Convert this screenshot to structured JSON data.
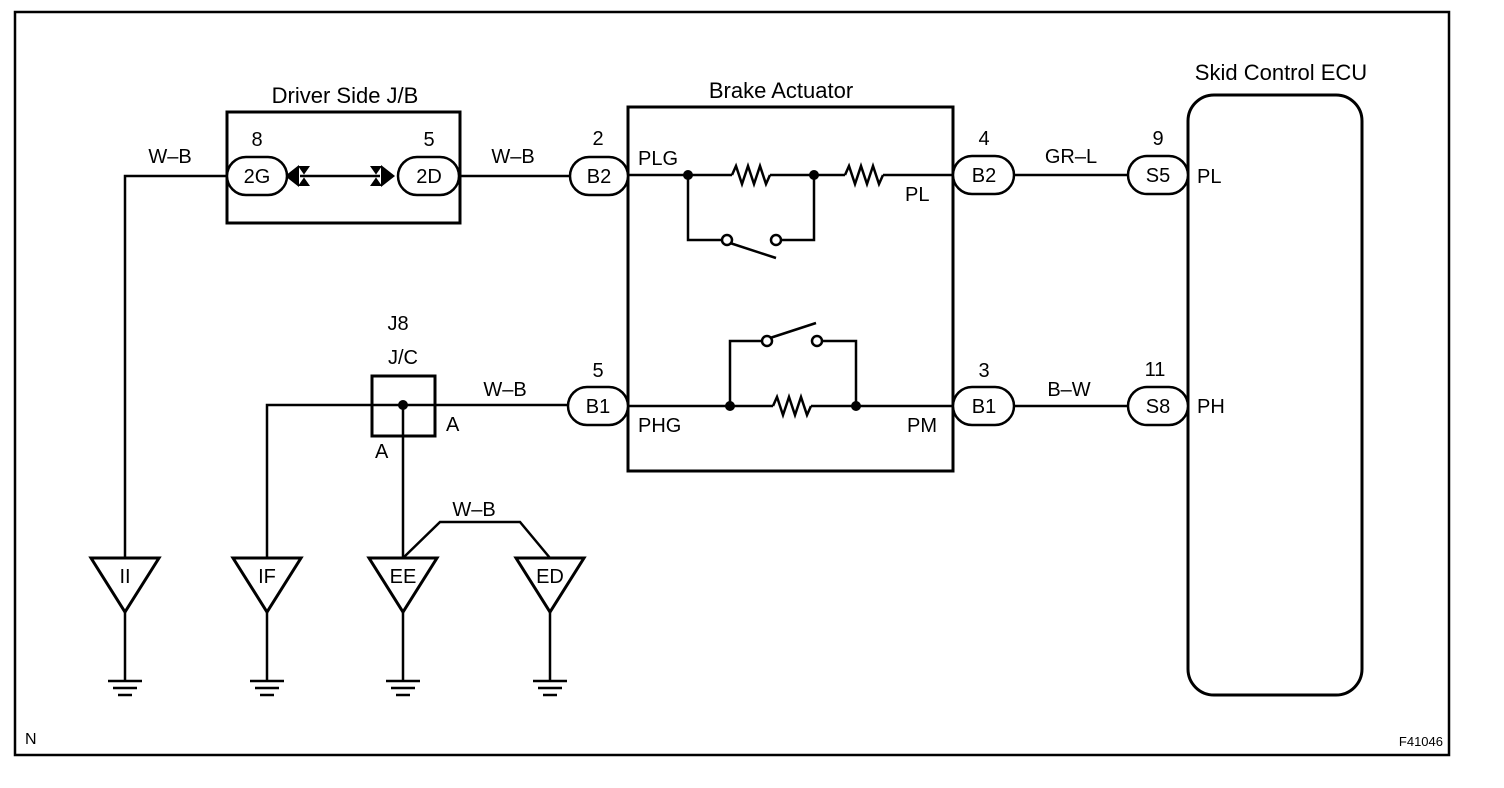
{
  "diagram": {
    "components": {
      "jb_title": "Driver Side J/B",
      "actuator_title": "Brake Actuator",
      "ecu_title": "Skid Control ECU",
      "jc_id": "J8",
      "jc_title": "J/C"
    },
    "wire_colors": {
      "jb_left": "W–B",
      "jb_right": "W–B",
      "jc_out": "W–B",
      "ground_link": "W–B",
      "pl_wire": "GR–L",
      "ph_wire": "B–W"
    },
    "connectors": {
      "c2g": {
        "id": "2G",
        "pin": "8"
      },
      "c2d": {
        "id": "2D",
        "pin": "5"
      },
      "b2_in": {
        "id": "B2",
        "pin": "2"
      },
      "b2_out": {
        "id": "B2",
        "pin": "4"
      },
      "b1_in": {
        "id": "B1",
        "pin": "5"
      },
      "b1_out": {
        "id": "B1",
        "pin": "3"
      },
      "s5": {
        "id": "S5",
        "pin": "9"
      },
      "s8": {
        "id": "S8",
        "pin": "11"
      }
    },
    "terminals": {
      "plg": "PLG",
      "pl_act": "PL",
      "phg": "PHG",
      "pm": "PM",
      "pl_ecu": "PL",
      "ph_ecu": "PH",
      "jc_a_right": "A",
      "jc_a_bottom": "A"
    },
    "grounds": [
      "II",
      "IF",
      "EE",
      "ED"
    ],
    "footer": {
      "left": "N",
      "right": "F41046"
    }
  }
}
